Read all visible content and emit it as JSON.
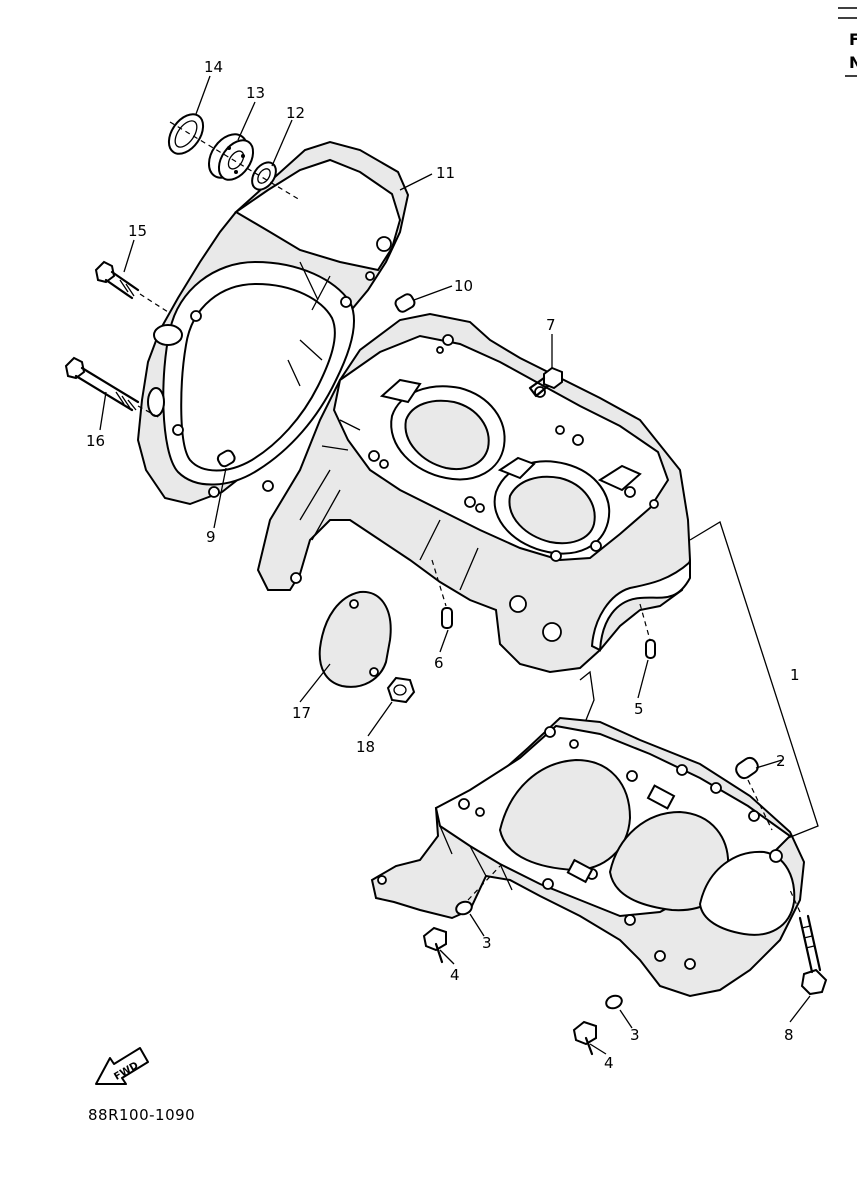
{
  "diagram_code": "88R100-1090",
  "fwd_label": "FWD",
  "corner_marks": [
    "F",
    "N"
  ],
  "callouts": [
    {
      "id": "c1",
      "label": "1"
    },
    {
      "id": "c2",
      "label": "2"
    },
    {
      "id": "c3a",
      "label": "3"
    },
    {
      "id": "c3b",
      "label": "3"
    },
    {
      "id": "c4a",
      "label": "4"
    },
    {
      "id": "c4b",
      "label": "4"
    },
    {
      "id": "c5",
      "label": "5"
    },
    {
      "id": "c6",
      "label": "6"
    },
    {
      "id": "c7",
      "label": "7"
    },
    {
      "id": "c8",
      "label": "8"
    },
    {
      "id": "c9",
      "label": "9"
    },
    {
      "id": "c10",
      "label": "10"
    },
    {
      "id": "c11",
      "label": "11"
    },
    {
      "id": "c12",
      "label": "12"
    },
    {
      "id": "c13",
      "label": "13"
    },
    {
      "id": "c14",
      "label": "14"
    },
    {
      "id": "c15",
      "label": "15"
    },
    {
      "id": "c16",
      "label": "16"
    },
    {
      "id": "c17",
      "label": "17"
    },
    {
      "id": "c18",
      "label": "18"
    }
  ]
}
